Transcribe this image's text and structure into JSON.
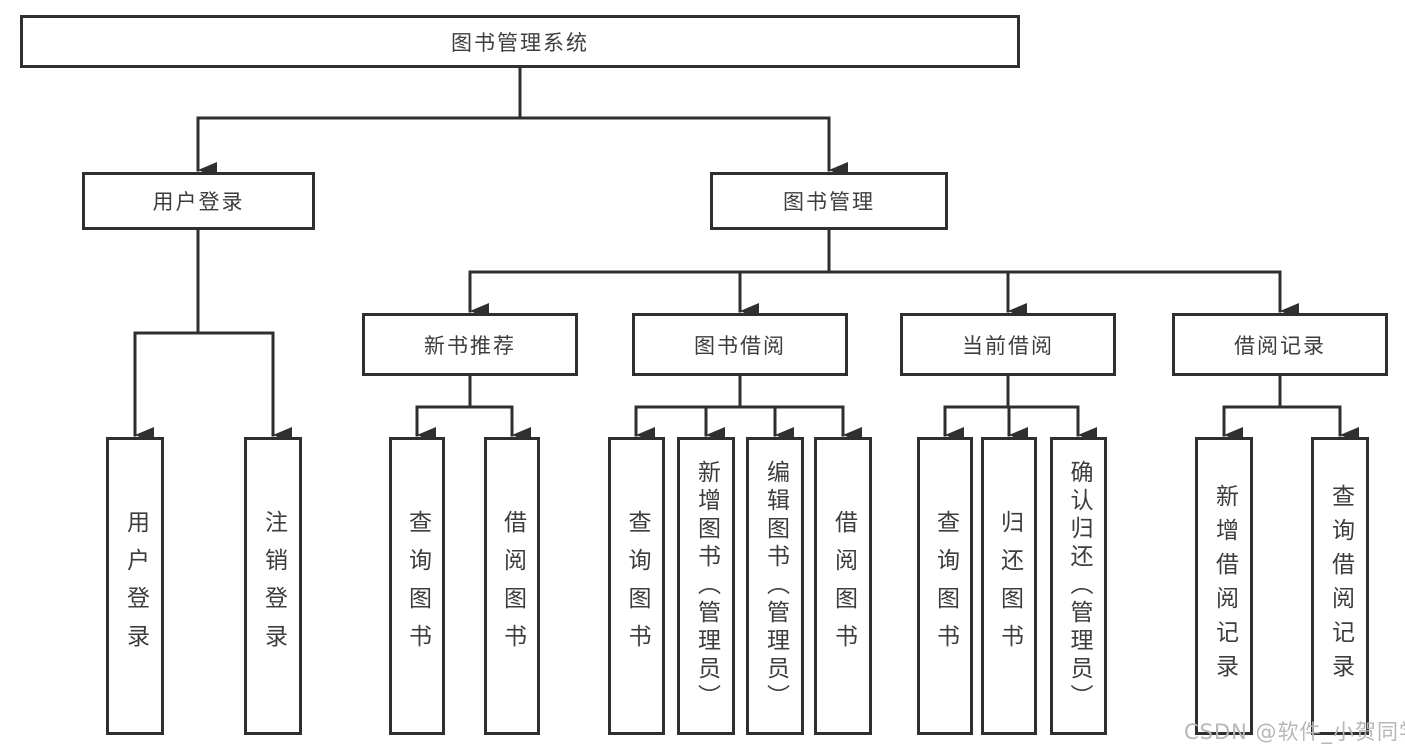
{
  "colors": {
    "line": "#2f2f2f",
    "text": "#3d3d3d",
    "box_background": "#ffffff",
    "watermark": "#b7b7b7"
  },
  "nodes": {
    "root": "图书管理系统",
    "user_login": "用户登录",
    "book_management": "图书管理",
    "new_book_recommend": "新书推荐",
    "book_borrow": "图书借阅",
    "current_borrow": "当前借阅",
    "borrow_records": "借阅记录"
  },
  "leaves": {
    "user_login": [
      "用户登录",
      "注销登录"
    ],
    "new_book_recommend": [
      "查询图书",
      "借阅图书"
    ],
    "book_borrow": [
      "查询图书",
      "新增图书（管理员）",
      "编辑图书（管理员）",
      "借阅图书"
    ],
    "current_borrow": [
      "查询图书",
      "归还图书",
      "确认归还（管理员）"
    ],
    "borrow_records": [
      "新增借阅记录",
      "查询借阅记录"
    ]
  },
  "watermark": "CSDN @软件_小贺同学"
}
